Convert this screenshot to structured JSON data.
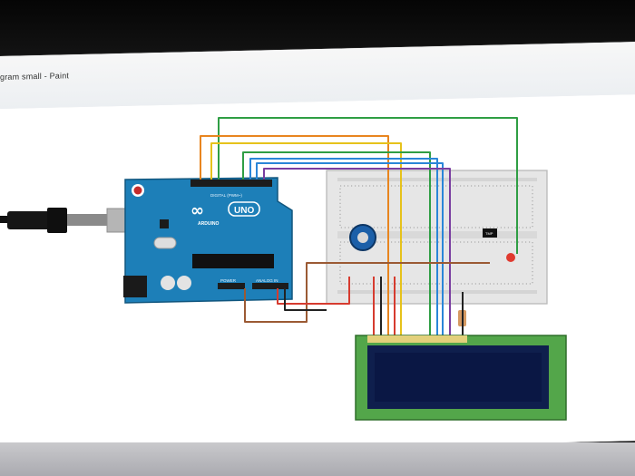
{
  "window": {
    "title": "gram small - Paint"
  },
  "arduino": {
    "logo_symbol": "∞",
    "uno_label": "UNO",
    "brand_label": "ARDUINO",
    "digital_label": "DIGITAL (PWM~)",
    "power_label": "POWER",
    "analog_label": "ANALOG IN"
  },
  "sensor": {
    "label": "TMP"
  },
  "colors": {
    "board": "#1d7fb8",
    "lcd_pcb": "#53a64a",
    "lcd_screen": "#0f1f4d",
    "wire_green": "#2f9e44",
    "wire_orange": "#e8851f",
    "wire_yellow": "#e6c21b",
    "wire_blue": "#2a86d8",
    "wire_purple": "#7a3ea1",
    "wire_brown": "#9b5a34",
    "wire_red": "#d63b2f",
    "wire_black": "#222222"
  }
}
